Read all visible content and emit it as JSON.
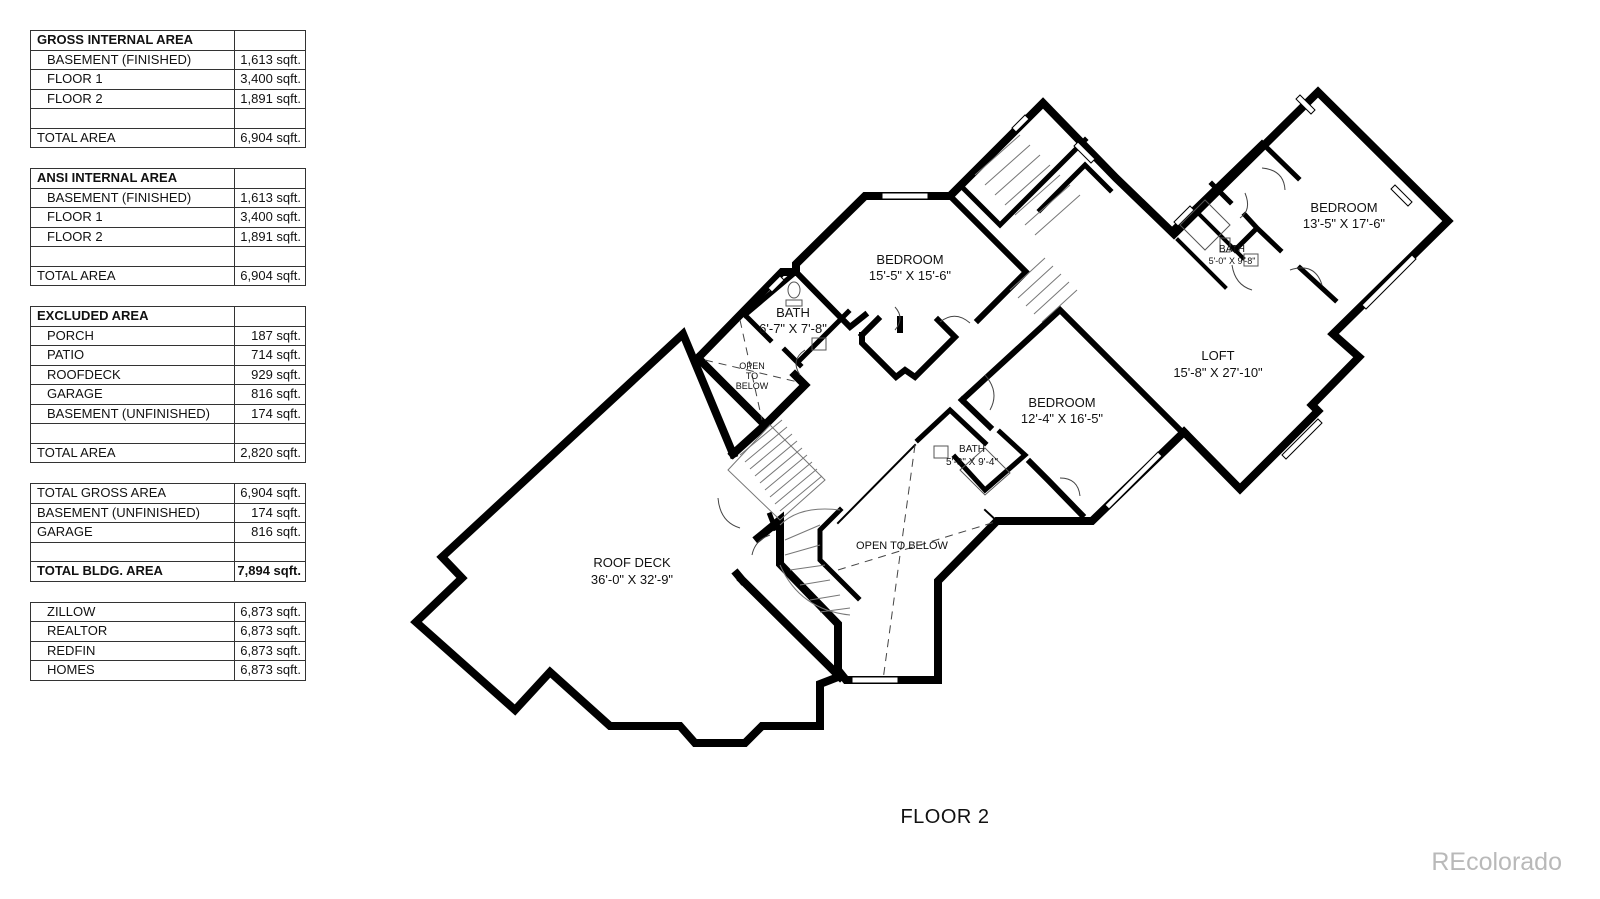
{
  "tables": [
    {
      "title": "GROSS INTERNAL AREA",
      "rows": [
        {
          "label": "BASEMENT (FINISHED)",
          "value": "1,613 sqft."
        },
        {
          "label": "FLOOR 1",
          "value": "3,400 sqft."
        },
        {
          "label": "FLOOR 2",
          "value": "1,891 sqft."
        },
        {
          "label": "",
          "value": ""
        },
        {
          "label": "TOTAL AREA",
          "value": "6,904 sqft."
        }
      ]
    },
    {
      "title": "ANSI INTERNAL AREA",
      "rows": [
        {
          "label": "BASEMENT (FINISHED)",
          "value": "1,613 sqft."
        },
        {
          "label": "FLOOR 1",
          "value": "3,400 sqft."
        },
        {
          "label": "FLOOR 2",
          "value": "1,891 sqft."
        },
        {
          "label": "",
          "value": ""
        },
        {
          "label": "TOTAL AREA",
          "value": "6,904 sqft."
        }
      ]
    },
    {
      "title": "EXCLUDED AREA",
      "rows": [
        {
          "label": "PORCH",
          "value": "187 sqft."
        },
        {
          "label": "PATIO",
          "value": "714 sqft."
        },
        {
          "label": "ROOFDECK",
          "value": "929 sqft."
        },
        {
          "label": "GARAGE",
          "value": "816 sqft."
        },
        {
          "label": "BASEMENT (UNFINISHED)",
          "value": "174 sqft."
        },
        {
          "label": "",
          "value": ""
        },
        {
          "label": "TOTAL AREA",
          "value": "2,820 sqft."
        }
      ]
    },
    {
      "title": "",
      "rows": [
        {
          "label": "TOTAL GROSS AREA",
          "value": "6,904 sqft."
        },
        {
          "label": "BASEMENT (UNFINISHED)",
          "value": "174 sqft."
        },
        {
          "label": "GARAGE",
          "value": "816 sqft."
        },
        {
          "label": "",
          "value": ""
        },
        {
          "label": "TOTAL BLDG. AREA",
          "value": "7,894 sqft."
        }
      ]
    },
    {
      "title": "",
      "rows": [
        {
          "label": "ZILLOW",
          "value": "6,873 sqft."
        },
        {
          "label": "REALTOR",
          "value": "6,873 sqft."
        },
        {
          "label": "REDFIN",
          "value": "6,873 sqft."
        },
        {
          "label": "HOMES",
          "value": "6,873 sqft."
        }
      ]
    }
  ],
  "rooms": {
    "roof_deck": {
      "name": "ROOF DECK",
      "dims": "36'-0\" X 32'-9\""
    },
    "bedroom_center": {
      "name": "BEDROOM",
      "dims": "15'-5\" X 15'-6\""
    },
    "bath_center": {
      "name": "BATH",
      "dims": "6'-7\" X 7'-8\""
    },
    "open_below_small": {
      "line1": "OPEN",
      "line2": "TO",
      "line3": "BELOW"
    },
    "bedroom_mid": {
      "name": "BEDROOM",
      "dims": "12'-4\" X 16'-5\""
    },
    "bath_small": {
      "name": "BATH",
      "dims": "5'-8\" X 9'-4\""
    },
    "open_below_large": {
      "label": "OPEN TO BELOW"
    },
    "loft": {
      "name": "LOFT",
      "dims": "15'-8\" X 27'-10\""
    },
    "bedroom_right": {
      "name": "BEDROOM",
      "dims": "13'-5\" X 17'-6\""
    },
    "bath_right": {
      "name": "BATH",
      "dims": "5'-0\" X 9'-8\""
    }
  },
  "floor_label": "FLOOR 2",
  "watermark": "REcolorado"
}
